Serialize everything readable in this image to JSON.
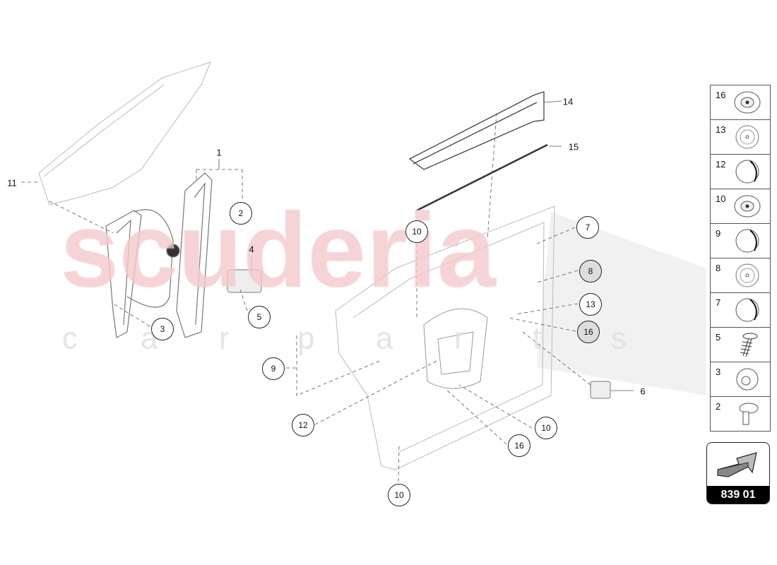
{
  "watermark": {
    "logo_text": "scuderia",
    "sub_text": "car parts"
  },
  "callouts_circled": [
    "2",
    "3",
    "5",
    "10",
    "7",
    "8",
    "13",
    "16",
    "9",
    "12",
    "10",
    "16",
    "10"
  ],
  "callouts_plain": [
    "1",
    "4",
    "6",
    "11",
    "14",
    "15"
  ],
  "legend": {
    "items": [
      {
        "number": "16",
        "icon": "grommet-icon"
      },
      {
        "number": "13",
        "icon": "plug-icon"
      },
      {
        "number": "12",
        "icon": "cap-icon"
      },
      {
        "number": "10",
        "icon": "grommet-icon"
      },
      {
        "number": "9",
        "icon": "cap-icon"
      },
      {
        "number": "8",
        "icon": "plug-icon"
      },
      {
        "number": "7",
        "icon": "cap-icon"
      },
      {
        "number": "5",
        "icon": "screw-icon"
      },
      {
        "number": "3",
        "icon": "nut-icon"
      },
      {
        "number": "2",
        "icon": "clip-icon"
      }
    ]
  },
  "nav": {
    "page_code": "839 01",
    "icon": "arrow-icon"
  },
  "colors": {
    "watermark": "#f4c9cc",
    "callout_grey": "#dddddd"
  }
}
